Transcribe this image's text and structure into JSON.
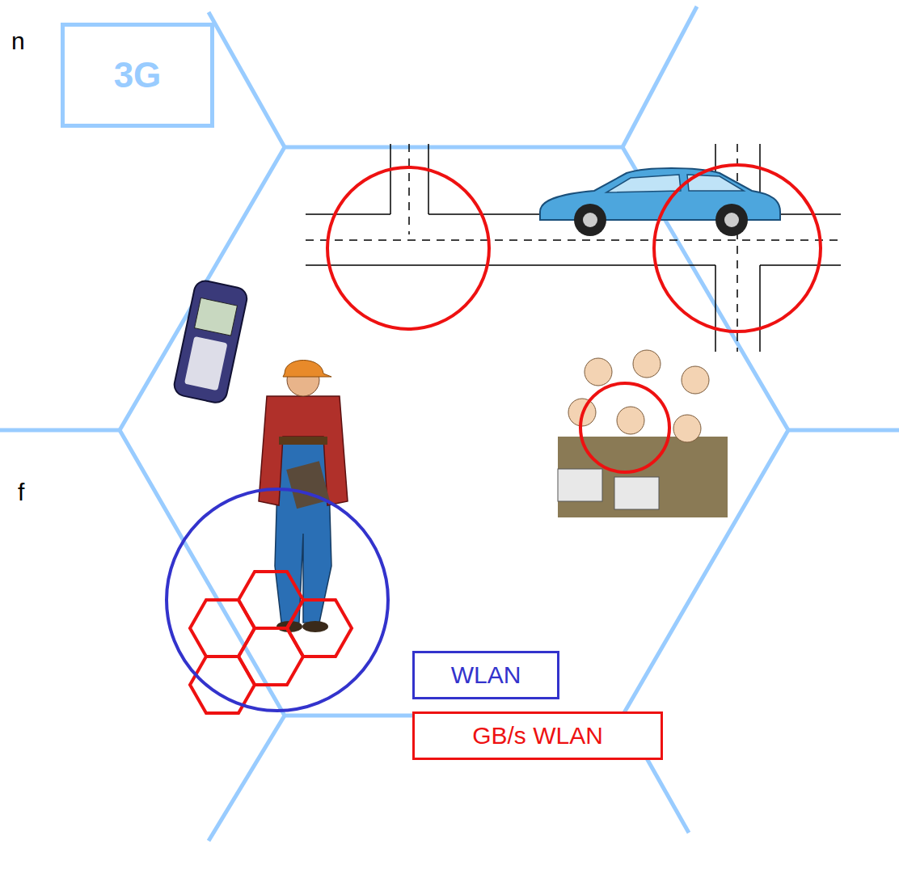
{
  "diagram": {
    "nodes": [
      {
        "text": [
          "3G"
        ]
      },
      {
        "text": [
          "WLAN"
        ]
      },
      {
        "text": [
          "GB/s WLAN"
        ]
      }
    ],
    "labels": [
      "n",
      "f"
    ]
  }
}
